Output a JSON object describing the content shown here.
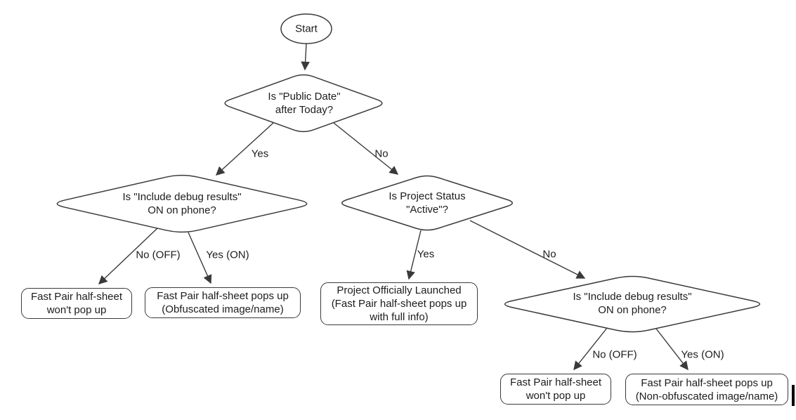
{
  "diagram": {
    "start": {
      "label": "Start"
    },
    "decisions": {
      "public_date": {
        "label": "Is \"Public Date\"\nafter Today?"
      },
      "debug_left": {
        "label": "Is \"Include debug results\"\nON on phone?"
      },
      "project_status": {
        "label": "Is Project Status\n\"Active\"?"
      },
      "debug_right": {
        "label": "Is \"Include debug results\"\nON on phone?"
      }
    },
    "outcomes": {
      "no_popup_left": {
        "label": "Fast Pair half-sheet\nwon't pop up"
      },
      "obfuscated": {
        "label": "Fast Pair half-sheet pops up\n(Obfuscated image/name)"
      },
      "launched": {
        "label": "Project Officially Launched\n(Fast Pair half-sheet pops up\nwith full info)"
      },
      "no_popup_right": {
        "label": "Fast Pair half-sheet\nwon't pop up"
      },
      "non_obfuscated": {
        "label": "Fast Pair half-sheet pops up\n(Non-obfuscated image/name)"
      }
    },
    "edge_labels": {
      "public_date_yes": "Yes",
      "public_date_no": "No",
      "debug_left_no": "No (OFF)",
      "debug_left_yes": "Yes (ON)",
      "project_status_yes": "Yes",
      "project_status_no": "No",
      "debug_right_no": "No (OFF)",
      "debug_right_yes": "Yes (ON)"
    },
    "colors": {
      "stroke": "#3a3a3a",
      "text": "#1c1c1c",
      "background": "#ffffff"
    }
  }
}
